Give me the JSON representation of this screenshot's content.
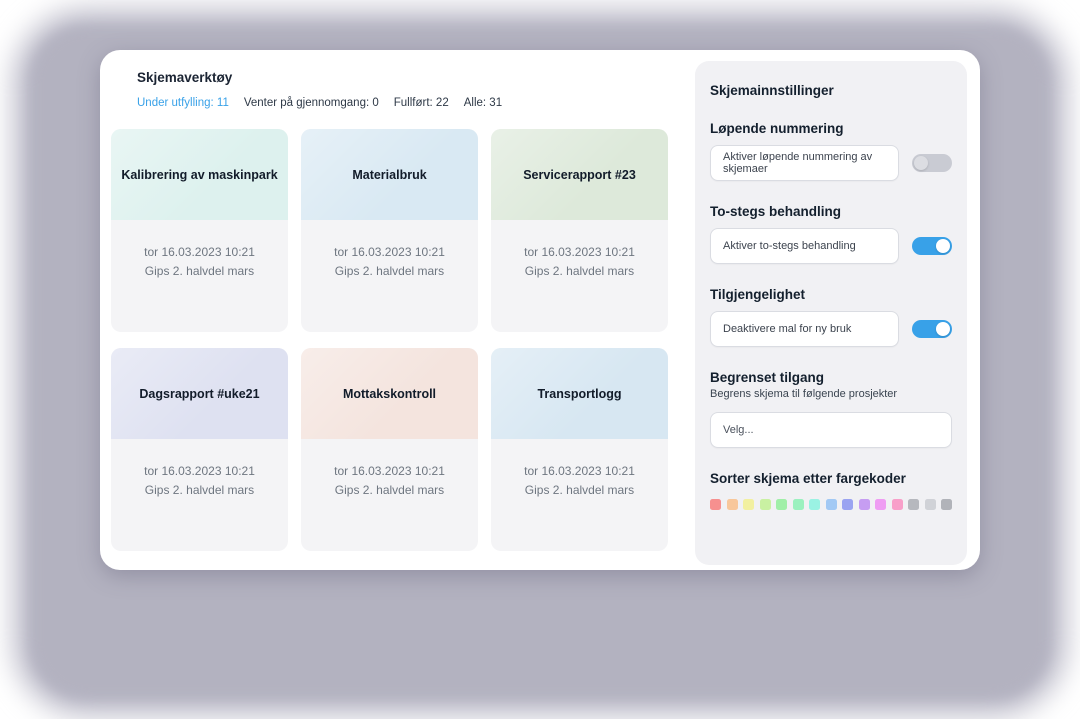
{
  "colors": {
    "accent": "#38a1e8",
    "toggle_on": "#55a8e4",
    "toggle_off_track": "#c9cbd3",
    "panel_bg": "#f1f1f4",
    "card_body_bg": "#f4f4f6"
  },
  "main": {
    "title": "Skjemaverktøy",
    "tabs": [
      {
        "text": "Under utfylling: 11",
        "active": true
      },
      {
        "text": "Venter på gjennomgang: 0",
        "active": false
      },
      {
        "text": "Fullført: 22",
        "active": false
      },
      {
        "text": "Alle: 31",
        "active": false
      }
    ],
    "cards": [
      {
        "title": "Kalibrering av maskinpark",
        "line1": "tor 16.03.2023 10:21",
        "line2": "Gips 2. halvdel mars",
        "header_color": "#ddf1ee"
      },
      {
        "title": "Materialbruk",
        "line1": "tor 16.03.2023 10:21",
        "line2": "Gips 2. halvdel mars",
        "header_color": "#d9e9f3"
      },
      {
        "title": "Servicerapport #23",
        "line1": "tor 16.03.2023 10:21",
        "line2": "Gips 2. halvdel mars",
        "header_color": "#dde9da"
      },
      {
        "title": "Dagsrapport #uke21",
        "line1": "tor 16.03.2023 10:21",
        "line2": "Gips 2. halvdel mars",
        "header_color": "#dee1f1"
      },
      {
        "title": "Mottakskontroll",
        "line1": "tor 16.03.2023 10:21",
        "line2": "Gips 2. halvdel mars",
        "header_color": "#f4e4de"
      },
      {
        "title": "Transportlogg",
        "line1": "tor 16.03.2023 10:21",
        "line2": "Gips 2. halvdel mars",
        "header_color": "#d7e7f2"
      }
    ]
  },
  "settings": {
    "title": "Skjemainnstillinger",
    "numbering_heading": "Løpende nummering",
    "numbering_label": "Aktiver løpende nummering av skjemaer",
    "numbering_toggle": "off",
    "twostep_heading": "To-stegs behandling",
    "twostep_label": "Aktiver to-stegs behandling",
    "twostep_toggle": "on",
    "availability_heading": "Tilgjengelighet",
    "availability_label": "Deaktivere mal for ny bruk",
    "availability_toggle": "on",
    "restricted_heading": "Begrenset tilgang",
    "restricted_sub": "Begrens skjema til følgende prosjekter",
    "select_placeholder": "Velg...",
    "colors_heading": "Sorter skjema etter fargekoder",
    "swatches": [
      "#f6908f",
      "#f8c79b",
      "#f2f0a0",
      "#c9f1a2",
      "#a0efa8",
      "#9bf1bf",
      "#9af2e3",
      "#a2c9f4",
      "#9aa3f1",
      "#c69df2",
      "#ef9df3",
      "#f89fc9",
      "#b6b8be",
      "#d0d2d7",
      "#b1b3b9"
    ]
  }
}
